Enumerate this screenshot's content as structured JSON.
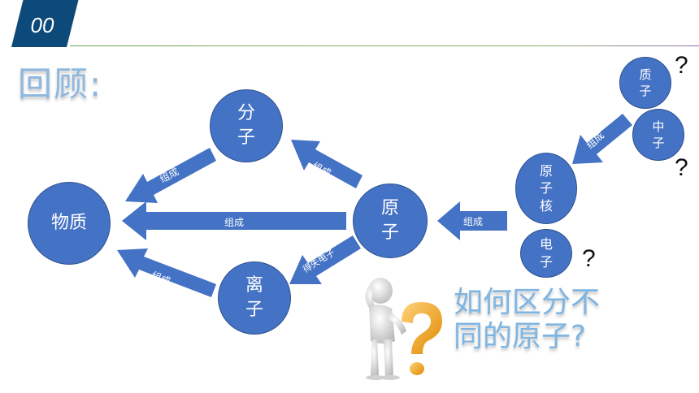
{
  "header": {
    "section_number": "00",
    "title": "回顾:"
  },
  "nodes": {
    "matter": "物质",
    "molecule": [
      "分",
      "子"
    ],
    "atom": [
      "原",
      "子"
    ],
    "ion": [
      "离",
      "子"
    ],
    "nucleus": [
      "原",
      "子",
      "核"
    ],
    "electron": [
      "电",
      "子"
    ],
    "proton": [
      "质",
      "子"
    ],
    "neutron": [
      "中",
      "子"
    ]
  },
  "arrows": {
    "molecule_to_matter": "组成",
    "atom_to_molecule": "组成",
    "atom_to_matter": "组成",
    "ion_to_matter": "组成",
    "atom_to_ion": "得失电子",
    "nucleus_to_atom": "组成",
    "particles_to_nucleus": "组成"
  },
  "question_marks": {
    "proton": "?",
    "neutron": "?",
    "electron": "?"
  },
  "question": {
    "line1": "如何区分不",
    "line2": "同的原子?"
  },
  "colors": {
    "node_fill": "#4472c4",
    "arrow_fill": "#4472c4",
    "badge_fill": "#0d4a7a",
    "question_text": "#7fb5e2"
  }
}
